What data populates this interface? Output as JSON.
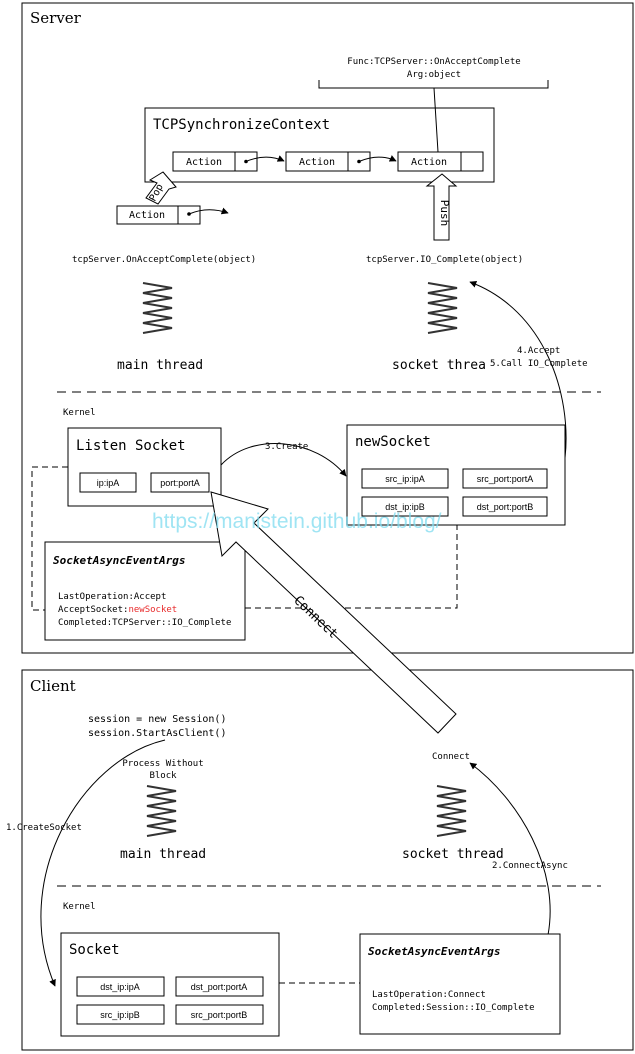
{
  "server": {
    "title": "Server",
    "func_label": "Func:TCPServer::OnAcceptComplete",
    "arg_label": "Arg:object",
    "context_title": "TCPSynchronizeContext",
    "action_label": "Action",
    "pop_label": "Pop",
    "push_label": "Push",
    "main_call": "tcpServer.OnAcceptComplete(object)",
    "socket_call": "tcpServer.IO_Complete(object)",
    "main_thread": "main thread",
    "socket_thread": "socket threa",
    "accept_label": "4.Accept",
    "call_label": "5.Call IO_Complete",
    "kernel_label": "Kernel",
    "listen_socket": {
      "title": "Listen Socket",
      "ip": "ip:ipA",
      "port": "port:portA"
    },
    "create_label": "3.Create",
    "new_socket": {
      "title": "newSocket",
      "src_ip": "src_ip:ipA",
      "src_port": "src_port:portA",
      "dst_ip": "dst_ip:ipB",
      "dst_port": "dst_port:portB"
    },
    "args": {
      "title": "SocketAsyncEventArgs",
      "last_op": "LastOperation:Accept",
      "accept_prefix": "AcceptSocket:",
      "accept_value": "newSocket",
      "completed": "Completed:TCPServer::IO_Complete"
    }
  },
  "connect_arrow_label": "Connect",
  "watermark": "https://manistein.github.io/blog/",
  "client": {
    "title": "Client",
    "code_line1": "session = new Session()",
    "code_line2": "session.StartAsClient()",
    "process_line1": "Process Without",
    "process_line2": "Block",
    "connect_text": "Connect",
    "main_thread": "main thread",
    "socket_thread": "socket thread",
    "create_socket_label": "1.CreateSocket",
    "connect_async_label": "2.ConnectAsync",
    "kernel_label": "Kernel",
    "socket": {
      "title": "Socket",
      "dst_ip": "dst_ip:ipA",
      "dst_port": "dst_port:portA",
      "src_ip": "src_ip:ipB",
      "src_port": "src_port:portB"
    },
    "args": {
      "title": "SocketAsyncEventArgs",
      "last_op": "LastOperation:Connect",
      "completed": "Completed:Session::IO_Complete"
    }
  },
  "colors": {
    "highlight": "#e8292a",
    "watermark": "#7fdcf0"
  }
}
